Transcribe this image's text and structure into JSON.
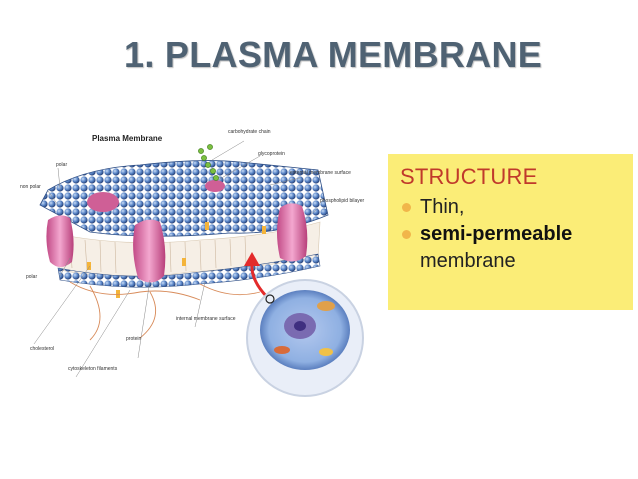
{
  "title": "1. PLASMA MEMBRANE",
  "box": {
    "heading": "STRUCTURE",
    "bullets": [
      {
        "text": "Thin,"
      },
      {
        "bold": "semi-permeable",
        "rest": "membrane"
      }
    ]
  },
  "diagram": {
    "heading": "Plasma Membrane",
    "labels": {
      "carbohydrate_chain": "carbohydrate chain",
      "glycoprotein": "glycoprotein",
      "external_surface": "external membrane surface",
      "phospholipid_bilayer": "phospholipid bilayer",
      "polar_top": "polar",
      "non_polar": "non polar",
      "polar_bottom": "polar",
      "internal_surface": "internal membrane surface",
      "protein": "protein",
      "cholesterol": "cholesterol",
      "cytoskeleton": "cytoskeleton filaments"
    }
  },
  "colors": {
    "title": "#4f6273",
    "box_bg": "#fbed77",
    "heading": "#c0392b",
    "bullet": "#f1b64a"
  }
}
